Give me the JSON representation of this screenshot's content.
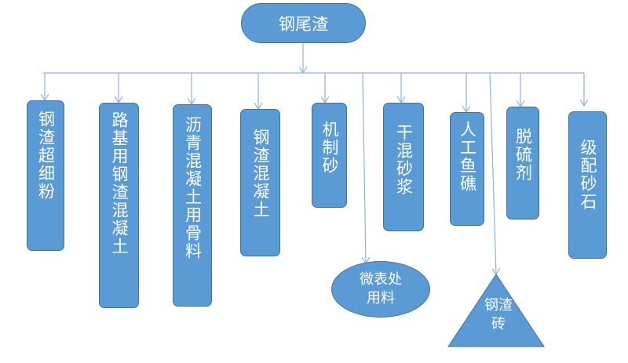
{
  "root": "钢尾渣",
  "children": [
    {
      "id": "n1",
      "label": "钢渣超细粉"
    },
    {
      "id": "n2",
      "label": "路基用钢渣混凝土"
    },
    {
      "id": "n3",
      "label": "沥青混凝土用骨料"
    },
    {
      "id": "n4",
      "label": "钢渣混凝土"
    },
    {
      "id": "n5",
      "label": "机制砂"
    },
    {
      "id": "n6",
      "label": "干混砂浆"
    },
    {
      "id": "n7",
      "label": "人工鱼礁"
    },
    {
      "id": "n8",
      "label": "脱硫剂"
    },
    {
      "id": "n9",
      "label": "级配砂石"
    }
  ],
  "lower_nodes": {
    "ellipse": {
      "line1": "微表处",
      "line2": "用料"
    },
    "triangle": {
      "line1": "钢渣",
      "line2": "砖"
    }
  },
  "colors": {
    "fill": "#5b9bd5",
    "border": "#41719c",
    "connector": "#8fb4d9",
    "text": "#ffffff"
  }
}
